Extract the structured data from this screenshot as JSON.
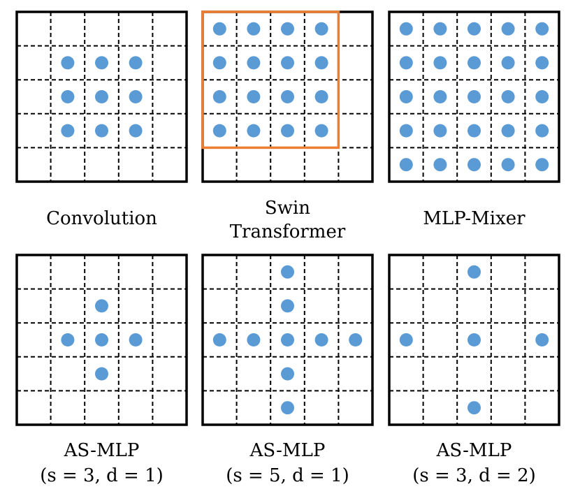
{
  "dot_color": "#5b9bd5",
  "window_color": "#ed7d31",
  "grid_size": 5,
  "panels": [
    {
      "label_lines": [
        "Convolution"
      ],
      "dots": [
        [
          1,
          1
        ],
        [
          1,
          2
        ],
        [
          1,
          3
        ],
        [
          2,
          1
        ],
        [
          2,
          2
        ],
        [
          2,
          3
        ],
        [
          3,
          1
        ],
        [
          3,
          2
        ],
        [
          3,
          3
        ]
      ],
      "window": null
    },
    {
      "label_lines": [
        "Swin",
        "Transformer"
      ],
      "dots": [
        [
          0,
          0
        ],
        [
          0,
          1
        ],
        [
          0,
          2
        ],
        [
          0,
          3
        ],
        [
          1,
          0
        ],
        [
          1,
          1
        ],
        [
          1,
          2
        ],
        [
          1,
          3
        ],
        [
          2,
          0
        ],
        [
          2,
          1
        ],
        [
          2,
          2
        ],
        [
          2,
          3
        ],
        [
          3,
          0
        ],
        [
          3,
          1
        ],
        [
          3,
          2
        ],
        [
          3,
          3
        ]
      ],
      "window": {
        "row": 0,
        "col": 0,
        "rows": 4,
        "cols": 4
      }
    },
    {
      "label_lines": [
        "MLP-Mixer"
      ],
      "dots": [
        [
          0,
          0
        ],
        [
          0,
          1
        ],
        [
          0,
          2
        ],
        [
          0,
          3
        ],
        [
          0,
          4
        ],
        [
          1,
          0
        ],
        [
          1,
          1
        ],
        [
          1,
          2
        ],
        [
          1,
          3
        ],
        [
          1,
          4
        ],
        [
          2,
          0
        ],
        [
          2,
          1
        ],
        [
          2,
          2
        ],
        [
          2,
          3
        ],
        [
          2,
          4
        ],
        [
          3,
          0
        ],
        [
          3,
          1
        ],
        [
          3,
          2
        ],
        [
          3,
          3
        ],
        [
          3,
          4
        ],
        [
          4,
          0
        ],
        [
          4,
          1
        ],
        [
          4,
          2
        ],
        [
          4,
          3
        ],
        [
          4,
          4
        ]
      ],
      "window": null
    },
    {
      "label_lines": [
        "AS-MLP",
        "(s = 3, d = 1)"
      ],
      "dots": [
        [
          1,
          2
        ],
        [
          2,
          1
        ],
        [
          2,
          2
        ],
        [
          2,
          3
        ],
        [
          3,
          2
        ]
      ],
      "window": null
    },
    {
      "label_lines": [
        "AS-MLP",
        "(s = 5, d = 1)"
      ],
      "dots": [
        [
          0,
          2
        ],
        [
          1,
          2
        ],
        [
          2,
          0
        ],
        [
          2,
          1
        ],
        [
          2,
          2
        ],
        [
          2,
          3
        ],
        [
          2,
          4
        ],
        [
          3,
          2
        ],
        [
          4,
          2
        ]
      ],
      "window": null
    },
    {
      "label_lines": [
        "AS-MLP",
        "(s = 3, d = 2)"
      ],
      "dots": [
        [
          0,
          2
        ],
        [
          2,
          0
        ],
        [
          2,
          2
        ],
        [
          2,
          4
        ],
        [
          4,
          2
        ]
      ],
      "window": null
    }
  ]
}
